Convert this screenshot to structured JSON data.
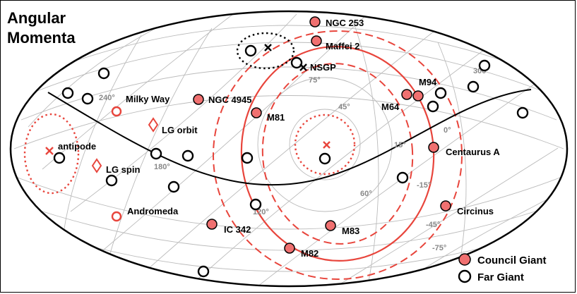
{
  "title": [
    "Angular",
    "Momenta"
  ],
  "colors": {
    "red": "#e8453c",
    "redFill": "#f07070",
    "black": "#000000",
    "grid": "#bbbbbb",
    "tick": "#888888"
  },
  "council_giants": [
    {
      "name": "NGC 253",
      "p": [
        446,
        31
      ]
    },
    {
      "name": "Maffei 2",
      "p": [
        448,
        58
      ]
    },
    {
      "name": "NGC 4945",
      "p": [
        281,
        141
      ]
    },
    {
      "name": "M81",
      "p": [
        363,
        160
      ]
    },
    {
      "name": "M94",
      "p": [
        592,
        136
      ]
    },
    {
      "name": "M64",
      "p": [
        576,
        134
      ]
    },
    {
      "name": "Centaurus A",
      "p": [
        614,
        209
      ]
    },
    {
      "name": "Circinus",
      "p": [
        631,
        292
      ]
    },
    {
      "name": "IC 342",
      "p": [
        300,
        318
      ]
    },
    {
      "name": "M83",
      "p": [
        468,
        320
      ]
    },
    {
      "name": "M82",
      "p": [
        410,
        352
      ]
    }
  ],
  "far_giants": [
    [
      147,
      104
    ],
    [
      96,
      132
    ],
    [
      124,
      140
    ],
    [
      84,
      224
    ],
    [
      221,
      218
    ],
    [
      266,
      221
    ],
    [
      246,
      265
    ],
    [
      158,
      256
    ],
    [
      355,
      72
    ],
    [
      420,
      89
    ],
    [
      350,
      224
    ],
    [
      460,
      225
    ],
    [
      570,
      252
    ],
    [
      362,
      290
    ],
    [
      613,
      151
    ],
    [
      624,
      132
    ],
    [
      670,
      123
    ],
    [
      686,
      93
    ],
    [
      740,
      160
    ],
    [
      288,
      385
    ]
  ],
  "labels": [
    {
      "text": "NGC 253",
      "p": [
        461,
        37
      ]
    },
    {
      "text": "Maffei 2",
      "p": [
        461,
        70
      ]
    },
    {
      "text": "NSGP",
      "p": [
        439,
        100
      ]
    },
    {
      "text": "NGC 4945",
      "p": [
        295,
        146
      ]
    },
    {
      "text": "M81",
      "p": [
        378,
        171
      ]
    },
    {
      "text": "M94",
      "p": [
        593,
        121
      ]
    },
    {
      "text": "M64",
      "p": [
        540,
        156
      ]
    },
    {
      "text": "Centaurus A",
      "p": [
        631,
        220
      ]
    },
    {
      "text": "Circinus",
      "p": [
        647,
        304
      ]
    },
    {
      "text": "IC 342",
      "p": [
        317,
        330
      ]
    },
    {
      "text": "M83",
      "p": [
        484,
        332
      ]
    },
    {
      "text": "M82",
      "p": [
        426,
        364
      ]
    },
    {
      "text": "Milky Way",
      "p": [
        178,
        145
      ]
    },
    {
      "text": "LG orbit",
      "p": [
        229,
        189
      ]
    },
    {
      "text": "antipode",
      "p": [
        82,
        212
      ]
    },
    {
      "text": "LG spin",
      "p": [
        150,
        245
      ]
    },
    {
      "text": "Andromeda",
      "p": [
        180,
        304
      ]
    }
  ],
  "ticks": [
    {
      "text": "240°",
      "p": [
        140,
        142
      ]
    },
    {
      "text": "180°",
      "p": [
        218,
        240
      ]
    },
    {
      "text": "120°",
      "p": [
        358,
        304
      ]
    },
    {
      "text": "60°",
      "p": [
        510,
        278
      ]
    },
    {
      "text": "0°",
      "p": [
        628,
        188
      ]
    },
    {
      "text": "300°",
      "p": [
        670,
        104
      ]
    },
    {
      "text": "75°",
      "p": [
        437,
        117
      ]
    },
    {
      "text": "45°",
      "p": [
        479,
        155
      ]
    },
    {
      "text": "15°",
      "p": [
        558,
        209
      ]
    },
    {
      "text": "-15°",
      "p": [
        590,
        266
      ]
    },
    {
      "text": "-45°",
      "p": [
        603,
        322
      ]
    },
    {
      "text": "-75°",
      "p": [
        612,
        355
      ]
    }
  ],
  "legend": {
    "council": "Council Giant",
    "far": "Far Giant"
  }
}
